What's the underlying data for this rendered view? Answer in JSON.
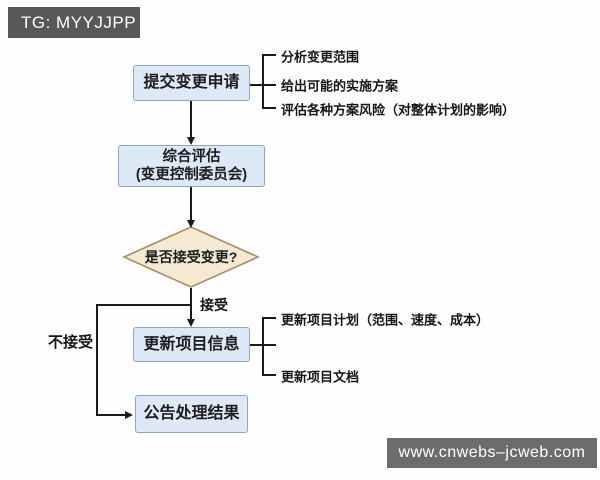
{
  "badges": {
    "top_left": "TG: MYYJJPP",
    "bottom_right": "www.cnwebs–jcweb.com"
  },
  "flowchart": {
    "nodes": {
      "submit": "提交变更申请",
      "evaluate_line1": "综合评估",
      "evaluate_line2": "(变更控制委员会)",
      "decision": "是否接受变更?",
      "update": "更新项目信息",
      "announce": "公告处理结果"
    },
    "edge_labels": {
      "accept": "接受",
      "reject": "不接受"
    },
    "submit_notes": [
      "分析变更范围",
      "给出可能的实施方案",
      "评估各种方案风险（对整体计划的影响）"
    ],
    "update_notes": [
      "更新项目计划（范围、速度、成本）",
      "更新项目文档"
    ],
    "colors": {
      "process_fill": "#dde9f6",
      "process_border": "#8ca6c0",
      "decision_fill": "#f6e9d4",
      "decision_border": "#ad8b62",
      "badge_bg_top": "#57585a",
      "badge_bg_bottom": "#6c6c6c",
      "line": "#1a1a1a"
    }
  }
}
